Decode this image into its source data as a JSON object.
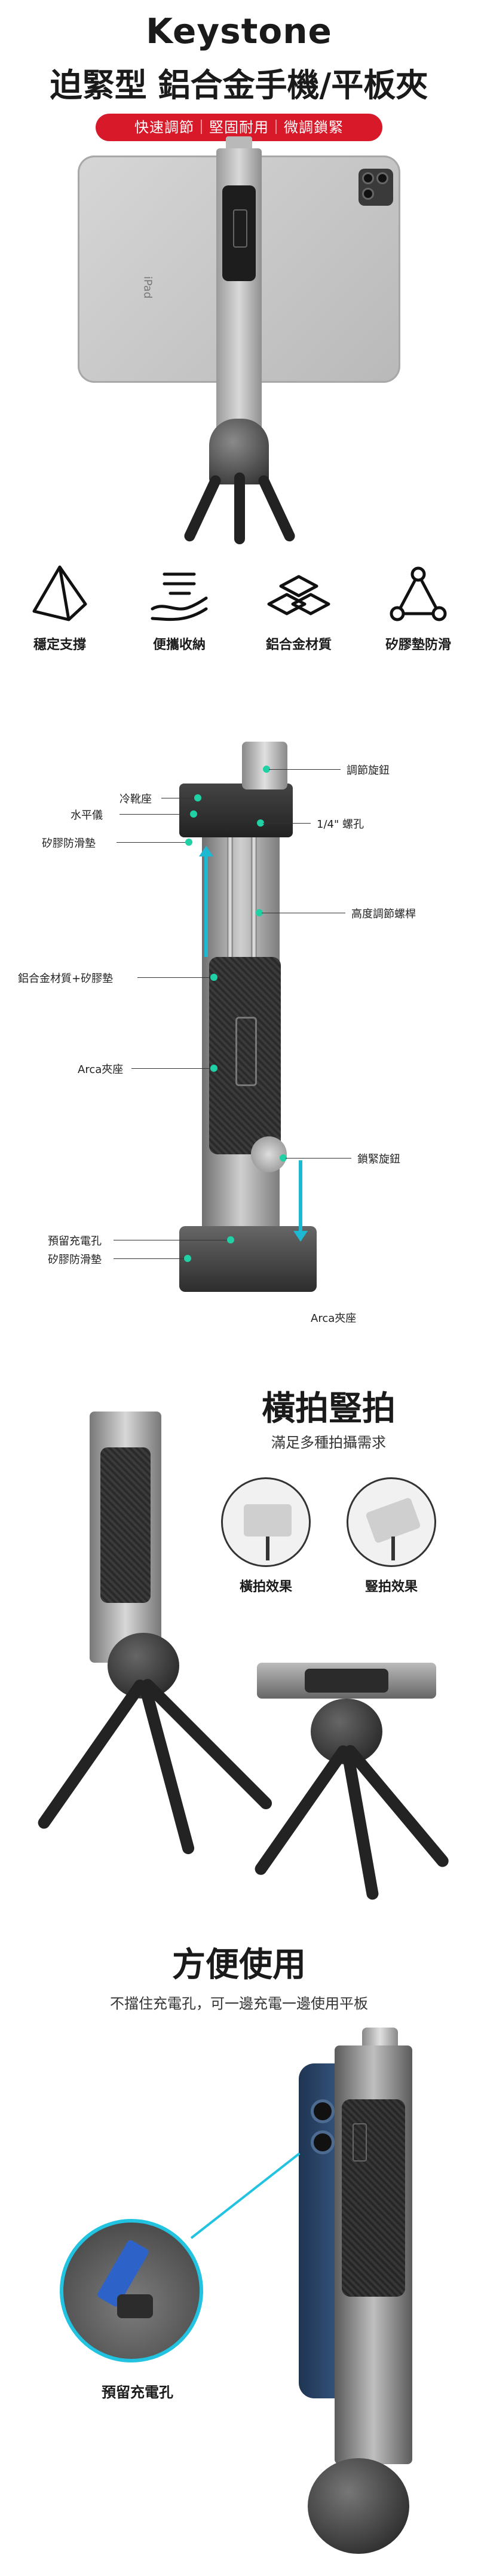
{
  "hero": {
    "brand": "Keystone",
    "headline": "迫緊型 鋁合金手機/平板夾",
    "tagline": "快速調節｜堅固耐用｜微調鎖緊",
    "device_label": "iPad",
    "tagline_color": "#d7192a"
  },
  "features": [
    {
      "icon": "pyramid-icon",
      "label": "穩定支撐"
    },
    {
      "icon": "hand-holding-icon",
      "label": "便攜收納"
    },
    {
      "icon": "metal-bars-icon",
      "label": "鋁合金材質"
    },
    {
      "icon": "triangle-nodes-icon",
      "label": "矽膠墊防滑"
    }
  ],
  "anatomy": {
    "callouts": {
      "knob": "調節旋鈕",
      "cold_shoe": "冷靴座",
      "level": "水平儀",
      "screw": "1/4\" 螺孔",
      "silicone_top": "矽膠防滑墊",
      "height_screw": "高度調節螺桿",
      "material": "鋁合金材質+矽膠墊",
      "arca_mid": "Arca夾座",
      "lock_knob": "鎖緊旋鈕",
      "charge_hole": "預留充電孔",
      "silicone_bottom": "矽膠防滑墊",
      "arca_bottom": "Arca夾座"
    },
    "accent_color": "#1fb8d3"
  },
  "orientation": {
    "title": "橫拍豎拍",
    "subtitle": "滿足多種拍攝需求",
    "landscape_caption": "橫拍效果",
    "portrait_caption": "豎拍效果"
  },
  "convenience": {
    "title": "方便使用",
    "subtitle": "不擋住充電孔，可一邊充電一邊使用平板",
    "zoom_caption": "預留充電孔",
    "accent_color": "#22c3e0"
  }
}
